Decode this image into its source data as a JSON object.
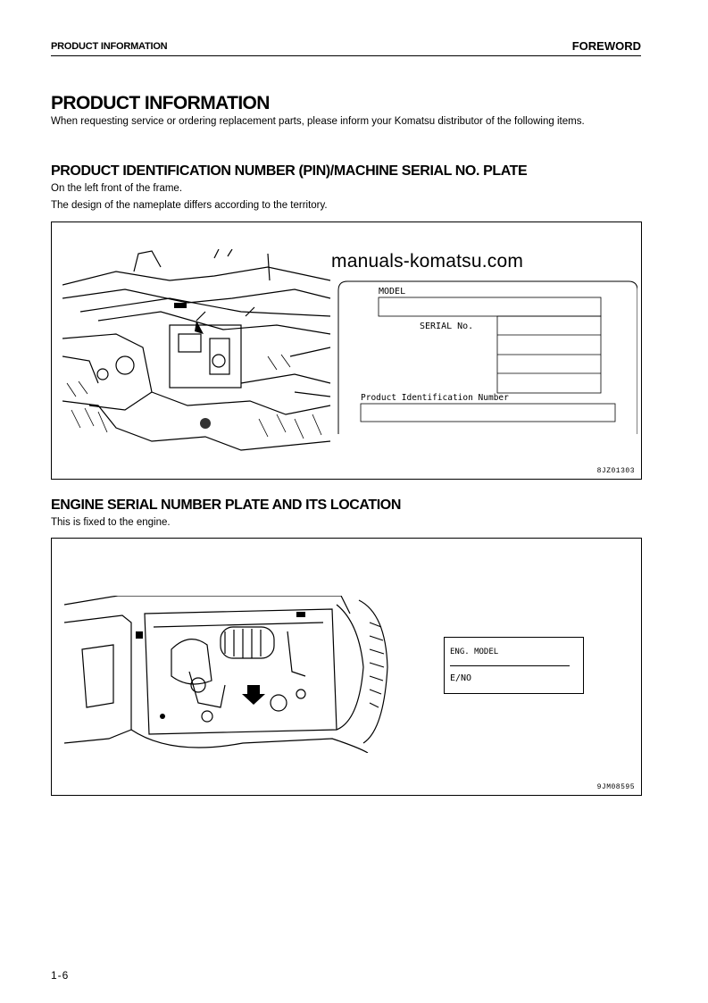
{
  "header": {
    "section_left": "PRODUCT INFORMATION",
    "section_right": "FOREWORD"
  },
  "title": "PRODUCT INFORMATION",
  "intro": "When requesting service or ordering replacement parts, please inform your Komatsu distributor of the following items.",
  "pin_section": {
    "heading": "PRODUCT IDENTIFICATION NUMBER (PIN)/MACHINE SERIAL NO. PLATE",
    "line1": "On the left front of the frame.",
    "line2": "The design of the nameplate differs according to the territory.",
    "watermark": "manuals-komatsu.com",
    "plate": {
      "model_label": "MODEL",
      "serial_label": "SERIAL No.",
      "pin_label": "Product Identification Number"
    },
    "figure_code": "8JZ01303"
  },
  "engine_section": {
    "heading": "ENGINE SERIAL NUMBER PLATE AND ITS LOCATION",
    "line1": "This is fixed to the engine.",
    "plate": {
      "model_label": "ENG. MODEL",
      "no_label": "E/NO"
    },
    "figure_code": "9JM08595"
  },
  "footer": {
    "page_number": "1-6"
  }
}
